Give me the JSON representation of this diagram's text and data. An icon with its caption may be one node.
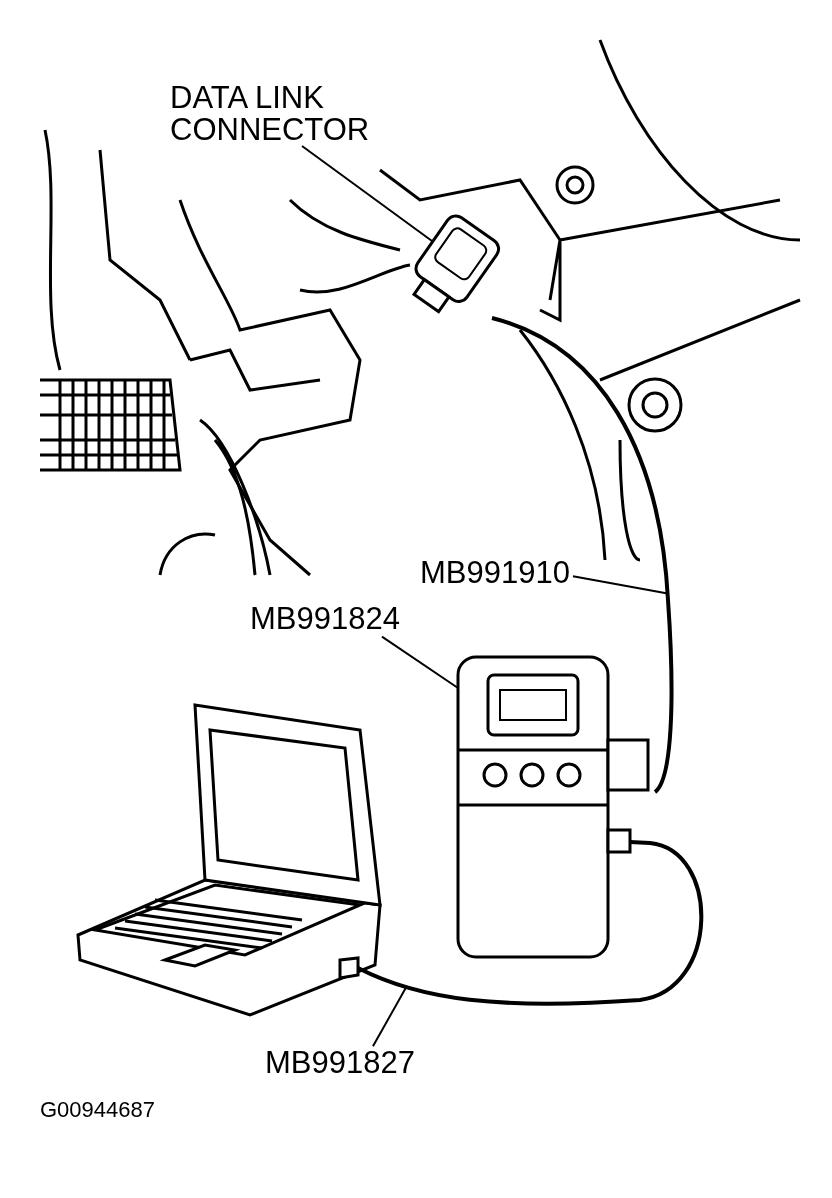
{
  "diagram": {
    "nodes": [
      {
        "text": [
          "DATA LINK CONNECTOR"
        ]
      },
      {
        "text": [],
        "shape": "picture"
      },
      {
        "text": [
          "MB991910"
        ]
      },
      {
        "text": [],
        "shape": "picture"
      },
      {
        "text": [
          "MB991824"
        ]
      },
      {
        "text": [],
        "shape": "picture"
      },
      {
        "text": [
          "MB991827"
        ]
      },
      {
        "text": [],
        "shape": "picture"
      }
    ],
    "edges": [
      {
        "from": 0,
        "to": 1,
        "arrow": "none"
      },
      {
        "from": 2,
        "to": 3,
        "arrow": "none"
      },
      {
        "from": 4,
        "to": 5,
        "arrow": "none"
      },
      {
        "from": 6,
        "to": 7,
        "arrow": "none"
      }
    ],
    "labels": [
      "G00944687"
    ]
  }
}
